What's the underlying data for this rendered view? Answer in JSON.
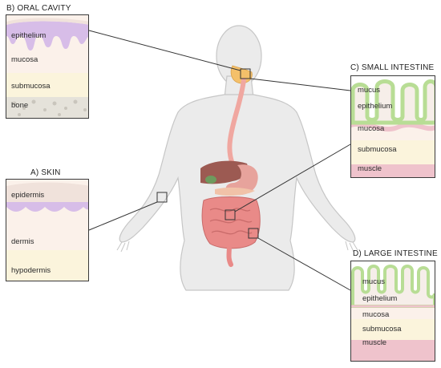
{
  "panels": {
    "oral": {
      "title": "B) ORAL CAVITY",
      "layers": [
        "epithelium",
        "mucosa",
        "submucosa",
        "bone"
      ]
    },
    "skin": {
      "title": "A) SKIN",
      "layers": [
        "epidermis",
        "dermis",
        "hypodermis"
      ]
    },
    "small_intestine": {
      "title": "C) SMALL INTESTINE",
      "layers": [
        "mucus",
        "epithelium",
        "mucosa",
        "submucosa",
        "muscle"
      ]
    },
    "large_intestine": {
      "title": "D) LARGE INTESTINE",
      "layers": [
        "mucus",
        "epithelium",
        "mucosa",
        "submucosa",
        "muscle"
      ]
    }
  },
  "colors": {
    "body": "#eaeaea",
    "body_outline": "#c4c4c4",
    "esophagus": "#f0a7a0",
    "intestine": "#e98a88",
    "liver": "#9c5a52",
    "stomach": "#e7a39c",
    "gland": "#f4c06a",
    "epithelium": "#d7bde8",
    "mucosa": "#fbeee8",
    "submucosa": "#fbf4dc",
    "muscle": "#efc3cc",
    "villus": "#b8dd95"
  }
}
